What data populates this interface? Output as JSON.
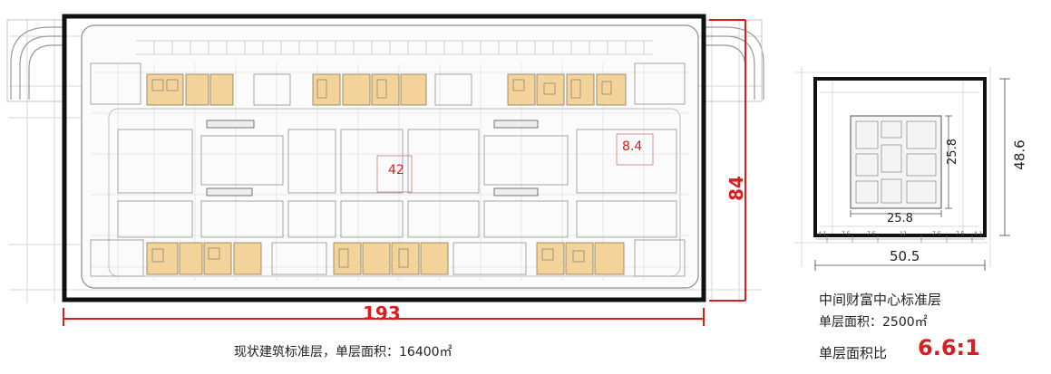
{
  "existing_plan": {
    "width_dim": "193",
    "depth_dim": "84",
    "bay_dim": "8.4",
    "span_dim": "42",
    "caption": "现状建筑标准层，单层面积：16400㎡"
  },
  "center_plan": {
    "core_width_dim": "25.8",
    "core_depth_dim": "25.8",
    "width_dim": "50.5",
    "depth_dim": "48.6",
    "bays_left": "4.1",
    "bays_mid": "7.5",
    "bay_center": "12",
    "title": "中间财富中心标准层",
    "area": "单层面积：2500㎡",
    "ratio_label": "单层面积比",
    "ratio_value": "6.6:1"
  },
  "colors": {
    "accent_red": "#d81e1e",
    "core_yellow": "#f3d39a",
    "outline_black": "#111111"
  }
}
